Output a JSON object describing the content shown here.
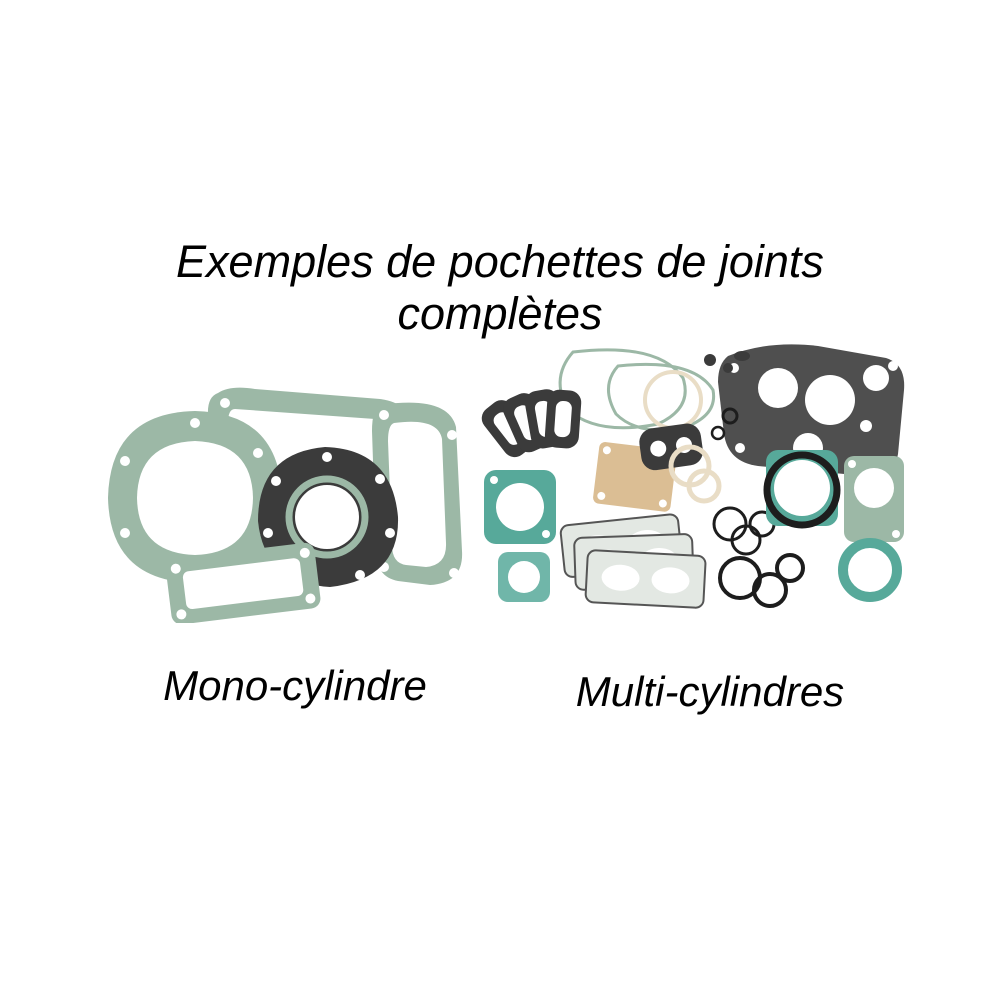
{
  "title": {
    "line1": "Exemples de pochettes de joints",
    "line2": "complètes"
  },
  "captions": {
    "left": "Mono-cylindre",
    "right": "Multi-cylindres"
  },
  "colors": {
    "background": "#ffffff",
    "gasket_green_light": "#9cb8a6",
    "gasket_teal": "#57a99a",
    "gasket_dark": "#3b3b3b",
    "gasket_gray": "#4f4f4f",
    "gasket_tan": "#dbbe94",
    "text": "#000000"
  }
}
